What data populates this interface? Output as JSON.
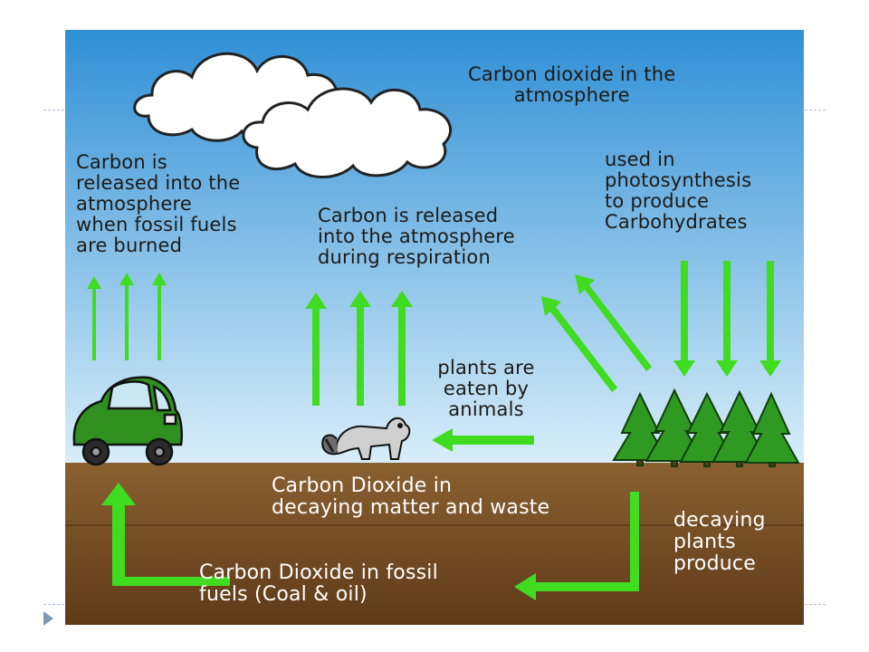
{
  "labels": {
    "atmosphere": "Carbon dioxide in the\natmosphere",
    "fossil_burned": "Carbon is\nreleased into the\natmosphere\nwhen fossil fuels\nare burned",
    "respiration": "Carbon is released\ninto the atmosphere\nduring respiration",
    "photosynthesis": "used in\nphotosynthesis\nto produce\nCarbohydrates",
    "eaten": "plants are\neaten by\nanimals",
    "decaying_matter": "Carbon Dioxide in\ndecaying matter and waste",
    "fossil_fuels": "Carbon Dioxide in fossil\nfuels (Coal & oil)",
    "decaying_plants": "decaying\nplants\nproduce"
  },
  "colors": {
    "sky_top": "#2f8fd6",
    "sky_bottom": "#d9eef9",
    "arrow": "#3fdc1f",
    "soil_top": "#8a6031",
    "soil_bottom": "#5e3a18",
    "tree": "#2f9a22",
    "car": "#2f8f1f"
  },
  "icons": [
    "cloud-icon",
    "car-icon",
    "raccoon-icon",
    "trees-icon"
  ]
}
